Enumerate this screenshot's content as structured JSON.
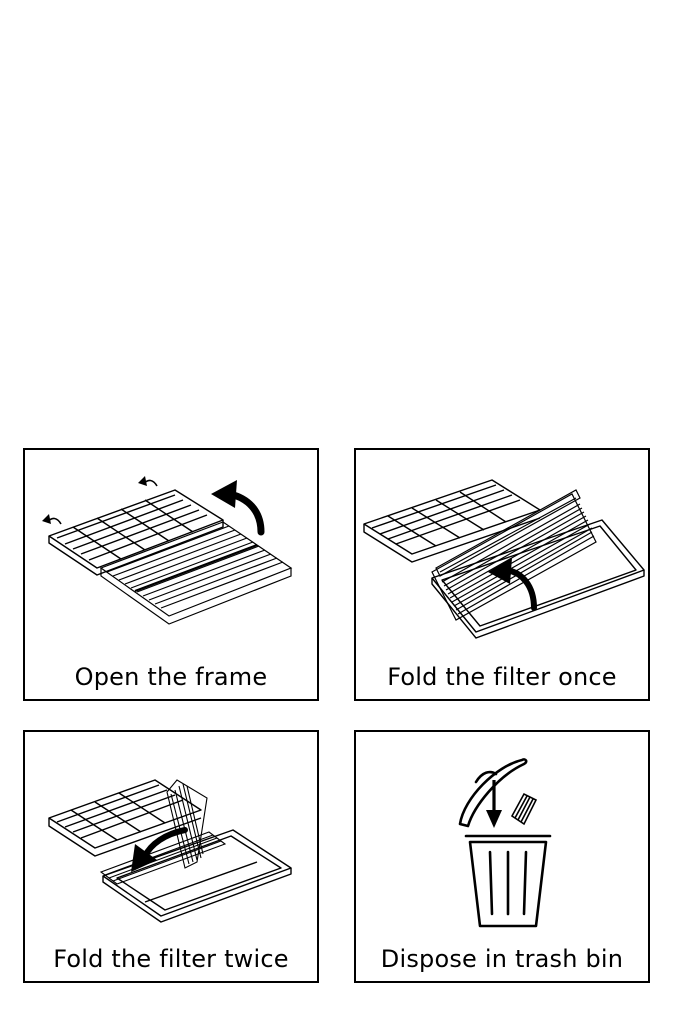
{
  "steps": [
    {
      "caption": "Open the frame",
      "icon": "open-frame-icon"
    },
    {
      "caption": "Fold the filter once",
      "icon": "fold-once-icon"
    },
    {
      "caption": "Fold the filter twice",
      "icon": "fold-twice-icon"
    },
    {
      "caption": "Dispose in trash bin",
      "icon": "trash-bin-icon"
    }
  ],
  "colors": {
    "line": "#000000",
    "background": "#ffffff"
  }
}
